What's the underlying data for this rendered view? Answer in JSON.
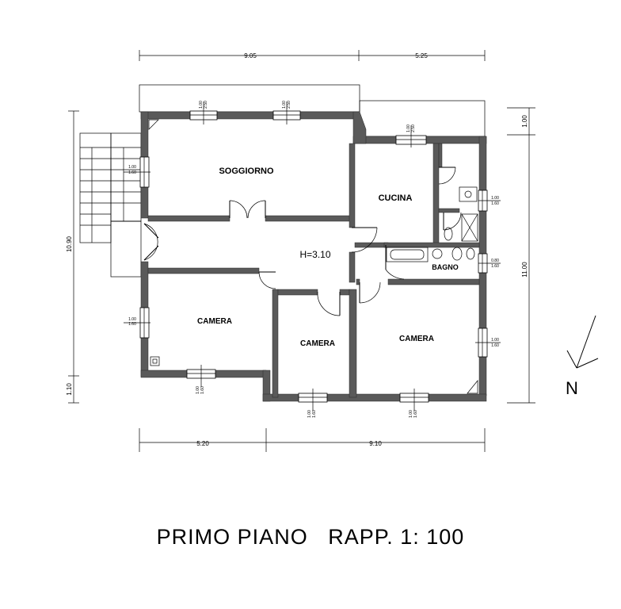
{
  "rooms": {
    "living": "SOGGIORNO",
    "kitchen": "CUCINA",
    "bathroom": "BAGNO",
    "bedroom_left": "CAMERA",
    "bedroom_mid": "CAMERA",
    "bedroom_right": "CAMERA"
  },
  "height_label": "H=3.10",
  "north_label": "N",
  "dimensions": {
    "top_left": "9.05",
    "top_right": "5.25",
    "bottom_left": "5.20",
    "bottom_right": "9.10",
    "left_main": "10.90",
    "left_lower": "1.10",
    "right_upper": "1.00",
    "right_main": "11.00"
  },
  "window_labels": {
    "w100_250": [
      "1.00",
      "2.50"
    ],
    "w100_160": [
      "1.00",
      "1.60"
    ],
    "w080_160": [
      "0.80",
      "1.60"
    ]
  },
  "title": "PRIMO PIANO   RAPP. 1: 100"
}
